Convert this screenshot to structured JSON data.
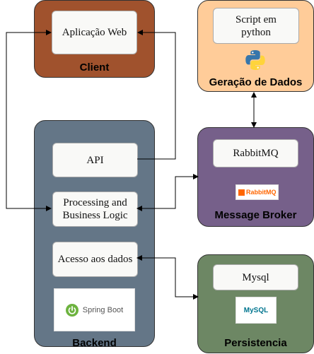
{
  "colors": {
    "client": "#a0522d",
    "data_generation": "#ffcc99",
    "backend": "#647687",
    "message_broker": "#76608a",
    "persistence": "#6d8764",
    "box_fill": "#f9f9f7",
    "edge": "#000000"
  },
  "groups": {
    "client": {
      "title": "Client",
      "boxes": {
        "web_app": "Aplicação Web"
      }
    },
    "data_generation": {
      "title": "Geração de Dados",
      "boxes": {
        "script": "Script em python"
      },
      "logo": "python-logo"
    },
    "backend": {
      "title": "Backend",
      "boxes": {
        "api": "API",
        "processing_line1": "Processing and",
        "processing_line2": "Business Logic",
        "data_access": "Acesso aos dados"
      },
      "logo_text": "Spring Boot"
    },
    "message_broker": {
      "title": "Message Broker",
      "boxes": {
        "rabbitmq": "RabbitMQ"
      },
      "logo_text": "RabbitMQ"
    },
    "persistence": {
      "title": "Persistencia",
      "boxes": {
        "mysql": "Mysql"
      },
      "logo_text": "MySQL"
    }
  }
}
